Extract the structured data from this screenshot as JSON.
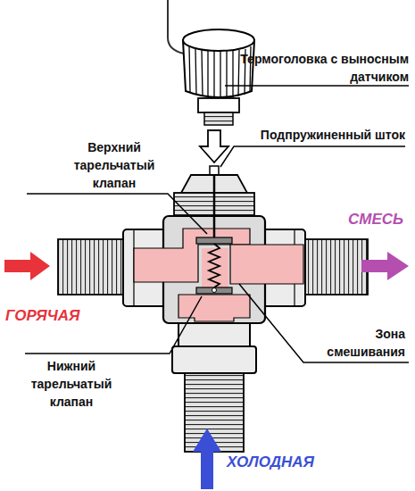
{
  "diagram": {
    "labels": [
      "Термоголовка с выносным датчиком",
      "Подпружиненный шток",
      "Верхний тарельчатый клапан",
      "СМЕСЬ",
      "ГОРЯЧАЯ",
      "Зона смешивания",
      "Нижний тарельчатый клапан",
      "ХОЛОДНАЯ"
    ]
  }
}
